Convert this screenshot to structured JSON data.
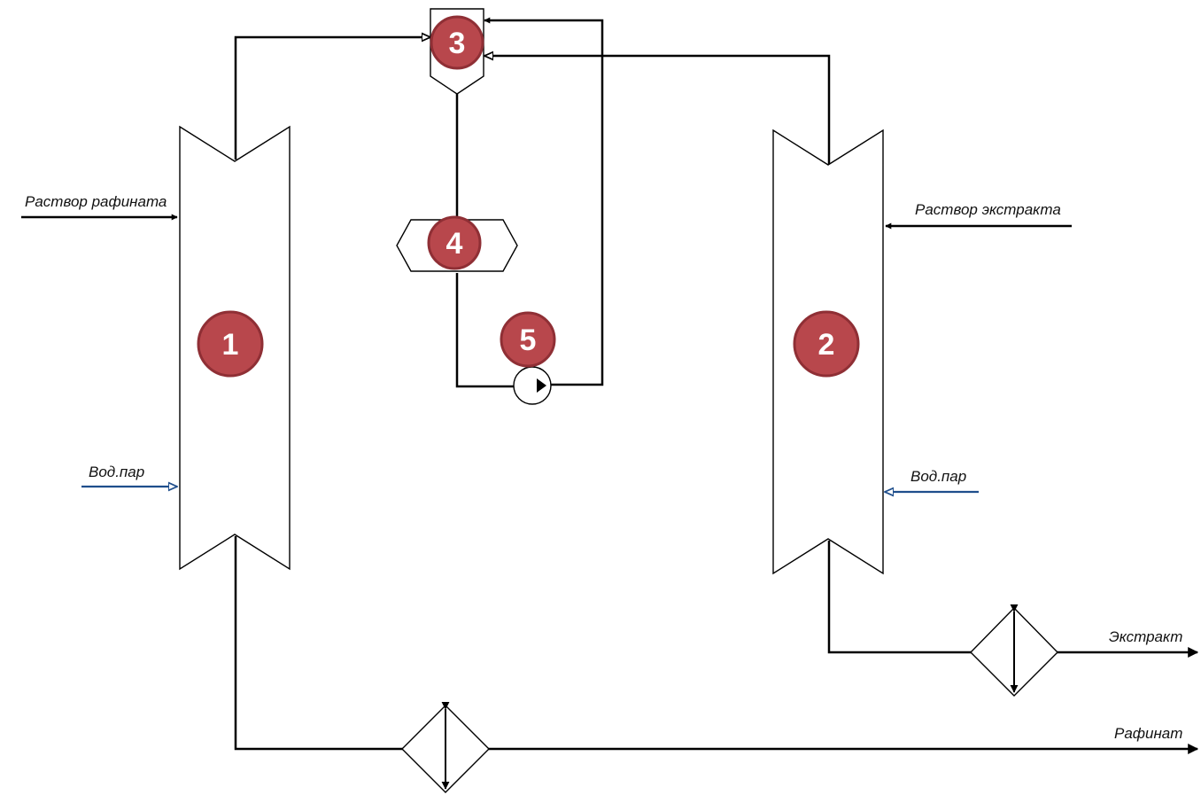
{
  "colors": {
    "badge_fill": "#b8474c",
    "badge_stroke": "#8f2f35",
    "steam_line": "#1f4e8c",
    "line": "#000000"
  },
  "streams": {
    "raffinate_solution": "Раствор рафината",
    "extract_solution": "Раствор экстракта",
    "steam_left": "Вод.пар",
    "steam_right": "Вод.пар",
    "extract_out": "Экстракт",
    "raffinate_out": "Рафинат"
  },
  "equipment": {
    "column_1": "1",
    "column_2": "2",
    "separator_3": "3",
    "heat_exchanger_4": "4",
    "pump_5": "5"
  },
  "icons": {
    "heat_exchanger": "heat-exchanger-icon",
    "pump": "pump-icon"
  }
}
